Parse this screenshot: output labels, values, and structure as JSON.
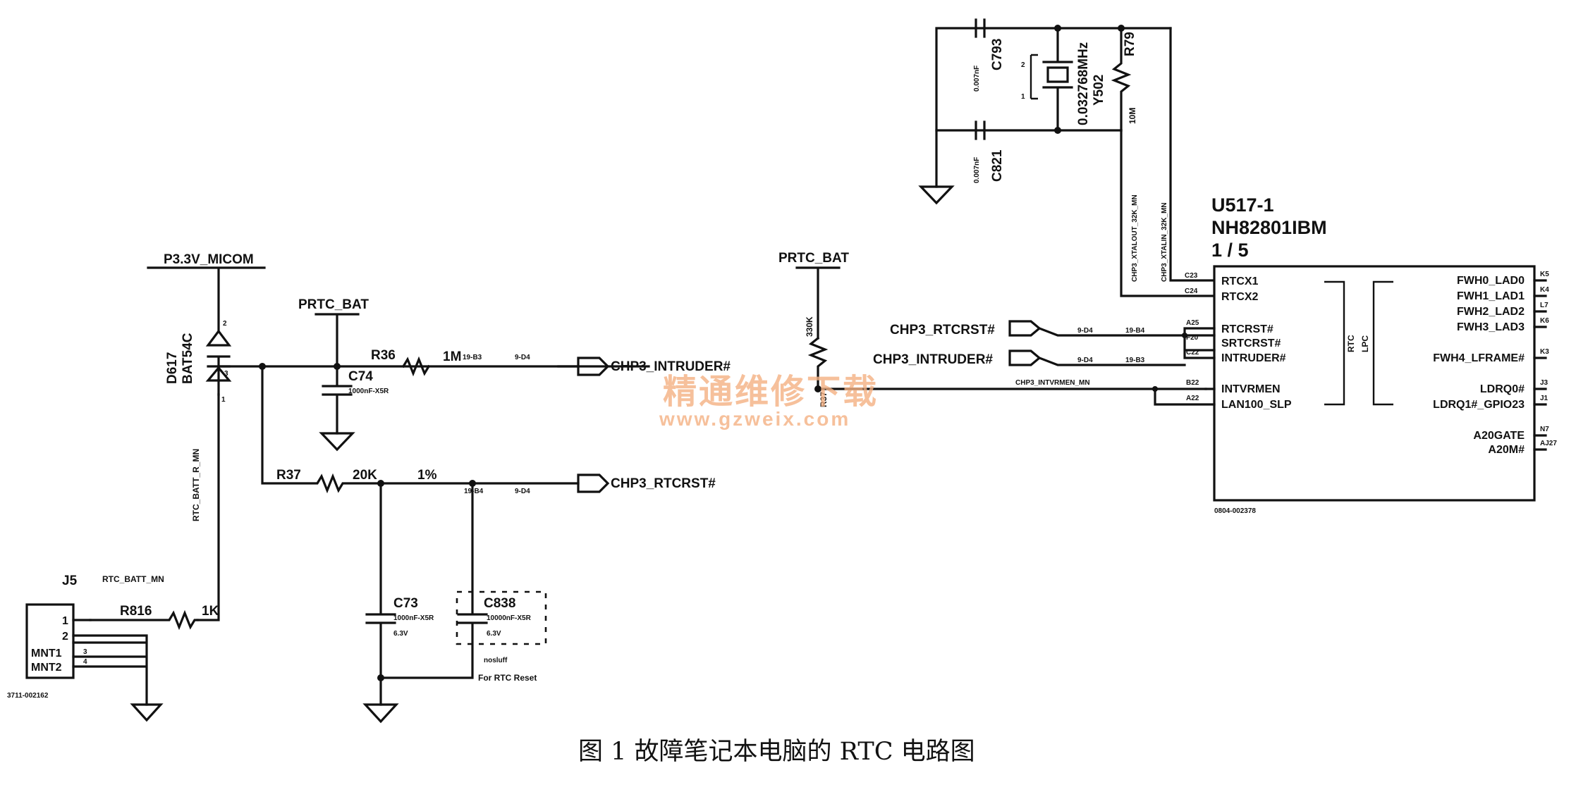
{
  "caption": "图 1   故障笔记本电脑的 RTC 电路图",
  "watermark": {
    "cn": "精通维修下载",
    "url": "www.gzweix.com"
  },
  "power": {
    "p33": "P3.3V_MICOM",
    "prtc1": "PRTC_BAT",
    "prtc2": "PRTC_BAT"
  },
  "diode": {
    "ref": "D617",
    "part": "BAT54C",
    "pin2": "2",
    "pin3": "3",
    "pin1": "1"
  },
  "nets": {
    "rtc_batt_r": "RTC_BATT_R_MN",
    "rtc_batt": "RTC_BATT_MN",
    "intvrmen_mn": "CHP3_INTVRMEN_MN",
    "xtalout": "CHP3_XTALOUT_32K_MN",
    "xtalin": "CHP3_XTALIN_32K_MN"
  },
  "resistors": {
    "r36": {
      "ref": "R36",
      "val": "1M",
      "pg1": "19-B3",
      "pg2": "9-D4"
    },
    "r37": {
      "ref": "R37",
      "val": "20K",
      "tol": "1%",
      "pg1": "19-B4",
      "pg2": "9-D4"
    },
    "r816": {
      "ref": "R816",
      "val": "1K"
    },
    "r37b": {
      "ref": "R37",
      "val": "330K"
    },
    "r7": {
      "ref": "R79",
      "val": "10M"
    }
  },
  "capacitors": {
    "c74": {
      "ref": "C74",
      "val": "1000nF-X5R"
    },
    "c73": {
      "ref": "C73",
      "val": "1000nF-X5R",
      "volt": "6.3V"
    },
    "c838": {
      "ref": "C838",
      "val": "10000nF-X5R",
      "volt": "6.3V",
      "note": "nosluff",
      "note2": "For RTC Reset"
    },
    "c793": {
      "ref": "C793",
      "val": "0.007nF"
    },
    "c821": {
      "ref": "C821",
      "val": "0.007nF"
    }
  },
  "crystal": {
    "ref": "Y502",
    "freq": "0.032768MHz",
    "pin1": "1",
    "pin2": "2"
  },
  "connector": {
    "ref": "J5",
    "part": "3711-002162",
    "pins": [
      "1",
      "2",
      "MNT1",
      "MNT2"
    ],
    "pinnums": [
      "3",
      "4"
    ]
  },
  "offpage": {
    "intruder_out": "CHP3_INTRUDER#",
    "rtcrst_out": "CHP3_RTCRST#",
    "rtcrst_in": "CHP3_RTCRST#",
    "intruder_in": "CHP3_INTRUDER#",
    "in_pg1": "9-D4",
    "in_pg2": "19-B4",
    "in_pg3": "9-D4",
    "in_pg4": "19-B3"
  },
  "ic": {
    "ref": "U517-1",
    "part": "NH82801IBM",
    "unit": "1 / 5",
    "footer": "0804-002378",
    "left_pins": [
      {
        "num": "C23",
        "name": "RTCX1"
      },
      {
        "num": "C24",
        "name": "RTCX2"
      },
      {
        "num": "A25",
        "name": "RTCRST#"
      },
      {
        "num": "F20",
        "name": "SRTCRST#"
      },
      {
        "num": "C22",
        "name": "INTRUDER#"
      },
      {
        "num": "B22",
        "name": "INTVRMEN"
      },
      {
        "num": "A22",
        "name": "LAN100_SLP"
      }
    ],
    "group_labels": {
      "rtc": "RTC",
      "lpc": "LPC"
    },
    "right_pins": [
      {
        "num": "K5",
        "name": "FWH0_LAD0"
      },
      {
        "num": "K4",
        "name": "FWH1_LAD1"
      },
      {
        "num": "L7",
        "name": "FWH2_LAD2"
      },
      {
        "num": "K6",
        "name": "FWH3_LAD3"
      },
      {
        "num": "K3",
        "name": "FWH4_LFRAME#"
      },
      {
        "num": "J3",
        "name": "LDRQ0#"
      },
      {
        "num": "J1",
        "name": "LDRQ1#_GPIO23"
      },
      {
        "num": "N7",
        "name": "A20GATE"
      },
      {
        "num": "AJ27",
        "name": "A20M#"
      }
    ]
  }
}
